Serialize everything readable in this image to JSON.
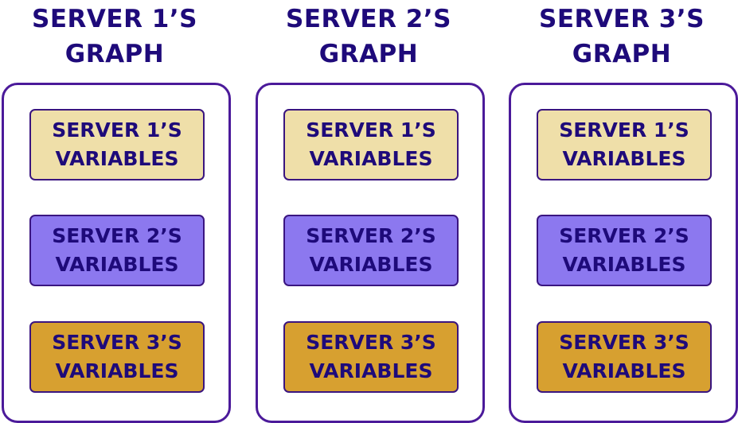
{
  "colors": {
    "text": "#1e0a7a",
    "graph_border": "#4b1a9a",
    "server1_fill": "#efdfa9",
    "server2_fill": "#8c78ef",
    "server3_fill": "#d7a030"
  },
  "graphs": [
    {
      "title": "SERVER 1’S\nGRAPH",
      "variables": [
        "SERVER 1’S\nVARIABLES",
        "SERVER 2’S\nVARIABLES",
        "SERVER 3’S\nVARIABLES"
      ]
    },
    {
      "title": "SERVER 2’S\nGRAPH",
      "variables": [
        "SERVER 1’S\nVARIABLES",
        "SERVER 2’S\nVARIABLES",
        "SERVER 3’S\nVARIABLES"
      ]
    },
    {
      "title": "SERVER 3’S\nGRAPH",
      "variables": [
        "SERVER 1’S\nVARIABLES",
        "SERVER 2’S\nVARIABLES",
        "SERVER 3’S\nVARIABLES"
      ]
    }
  ]
}
